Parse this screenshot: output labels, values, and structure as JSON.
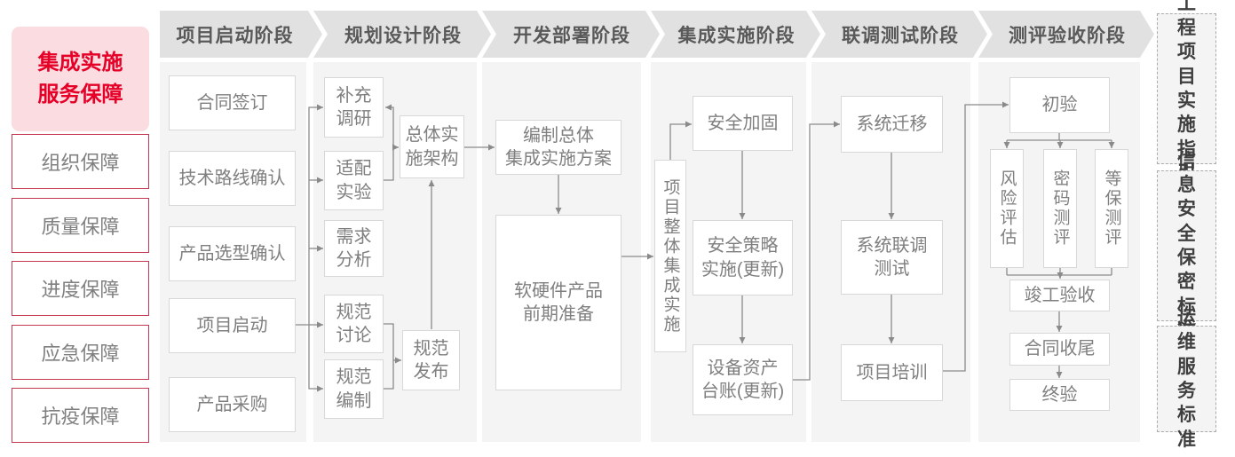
{
  "colors": {
    "accent_red": "#e60027",
    "sidebar_pink_bg": "#fadce1",
    "sidebar_border_red": "#c43a52",
    "header_bg": "#e1e1e1",
    "header_text": "#595959",
    "panel_bg": "#f4f4f4",
    "box_border": "#d8d8d8",
    "box_text": "#7f7f7f",
    "line_gray": "#8a8a8a",
    "right_panel_text": "#3f3f3f"
  },
  "sidebar": {
    "title": "集成实施\n服务保障",
    "items": [
      "组织保障",
      "质量保障",
      "进度保障",
      "应急保障",
      "抗疫保障"
    ]
  },
  "phases": [
    {
      "header": "项目启动阶段",
      "nodes": [
        "合同签订",
        "技术路线确认",
        "产品选型确认",
        "项目启动",
        "产品采购"
      ]
    },
    {
      "header": "规划设计阶段",
      "nodes": [
        "补充\n调研",
        "适配\n实验",
        "需求\n分析",
        "规范\n讨论",
        "规范\n编制",
        "总体实\n施架构",
        "规范\n发布"
      ]
    },
    {
      "header": "开发部署阶段",
      "nodes": [
        "编制总体\n集成实施方案",
        "软硬件产品\n前期准备"
      ]
    },
    {
      "header": "集成实施阶段",
      "nodes": [
        "项目整体集成实施",
        "安全加固",
        "安全策略\n实施(更新)",
        "设备资产\n台账(更新)"
      ]
    },
    {
      "header": "联调测试阶段",
      "nodes": [
        "系统迁移",
        "系统联调\n测试",
        "项目培训"
      ]
    },
    {
      "header": "测评验收阶段",
      "nodes": [
        "初验",
        "风险评估",
        "密码测评",
        "等保测评",
        "竣工验收",
        "合同收尾",
        "终验"
      ]
    }
  ],
  "right_panel": {
    "items": [
      "工程\n项目\n实施\n指引",
      "信息\n安全\n保密\n标准",
      "运维\n服务\n标准"
    ]
  }
}
